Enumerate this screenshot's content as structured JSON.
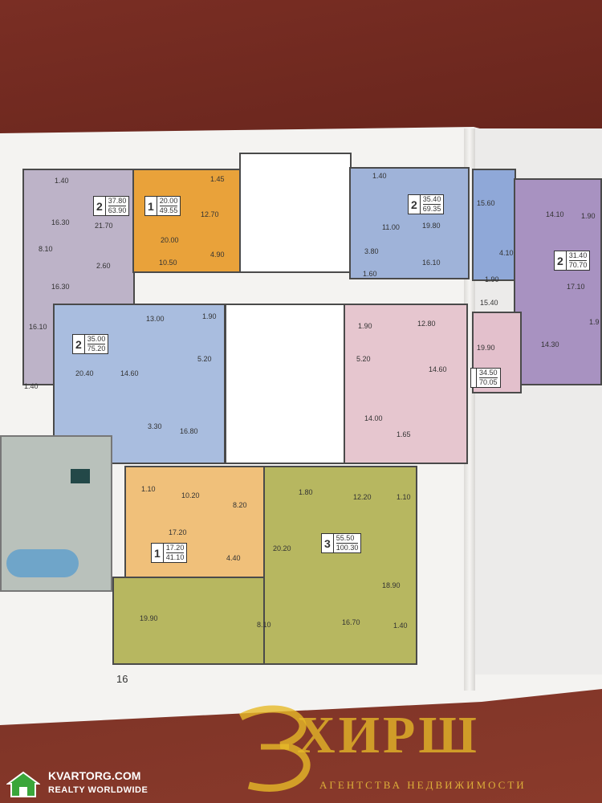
{
  "page": {
    "number": "16"
  },
  "apartments": [
    {
      "rooms": "2",
      "area_living": "37.80",
      "area_total": "63.90"
    },
    {
      "rooms": "1",
      "area_living": "20.00",
      "area_total": "49.55"
    },
    {
      "rooms": "2",
      "area_living": "35.40",
      "area_total": "69.35"
    },
    {
      "rooms": "2",
      "area_living": "31.40",
      "area_total": "70.70"
    },
    {
      "rooms": "2",
      "area_living": "35.00",
      "area_total": "75.20"
    },
    {
      "rooms": "",
      "area_living": "34.50",
      "area_total": "70.05"
    },
    {
      "rooms": "1",
      "area_living": "17.20",
      "area_total": "41.10"
    },
    {
      "rooms": "3",
      "area_living": "55.50",
      "area_total": "100.30"
    }
  ],
  "room_labels": [
    "1.40",
    "16.30",
    "21.70",
    "1.45",
    "12.70",
    "20.00",
    "10.50",
    "4.90",
    "2.60",
    "8.10",
    "16.30",
    "16.10",
    "1.40",
    "1.40",
    "11.00",
    "19.80",
    "3.80",
    "16.10",
    "1.60",
    "15.60",
    "14.10",
    "1.90",
    "4.10",
    "1.90",
    "17.10",
    "15.40",
    "14.30",
    "1.9",
    "13.00",
    "1.90",
    "5.20",
    "20.40",
    "14.60",
    "16.80",
    "3.30",
    "1.90",
    "12.80",
    "5.20",
    "14.60",
    "19.90",
    "14.00",
    "1.65",
    "1.10",
    "10.20",
    "8.20",
    "17.20",
    "4.40",
    "1.80",
    "12.20",
    "1.10",
    "20.20",
    "18.90",
    "19.90",
    "8.10",
    "16.70",
    "1.40"
  ],
  "watermark": {
    "brand": "ХИРШ",
    "subtitle": "АГЕНТСТВА НЕДВИЖИМОСТИ"
  },
  "source_logo": {
    "name": "KVARTORG.COM",
    "tagline": "REALTY WORLDWIDE"
  },
  "colors": {
    "orange": "#e9a23a",
    "blue": "#9fb3d9",
    "lilac": "#b9afc6",
    "purple": "#a892c1",
    "pink": "#e3c0cc",
    "olive": "#b7b760",
    "tan": "#f0c07a"
  }
}
